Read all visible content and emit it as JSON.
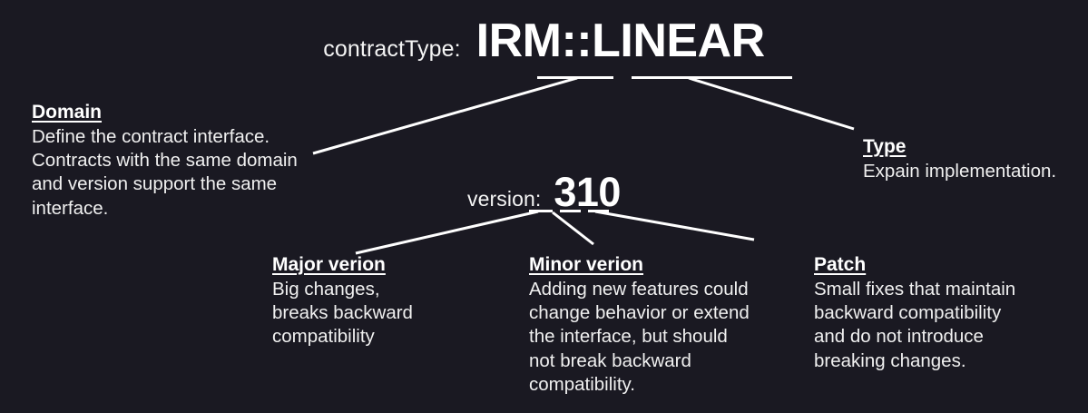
{
  "canvas": {
    "background_color": "#1a1922",
    "text_color": "#f2f2f2",
    "line_color": "#ffffff"
  },
  "header": {
    "label": "contractType:",
    "value": "IRM::LINEAR",
    "value_parts": [
      "IRM",
      "::",
      "LINEAR"
    ]
  },
  "version": {
    "label": "version:",
    "value": "310",
    "digits": [
      "3",
      "1",
      "0"
    ]
  },
  "annotations": {
    "domain": {
      "title": "Domain",
      "body": "Define the contract interface.\nContracts with the same domain\nand version support the same\ninterface."
    },
    "type": {
      "title": "Type",
      "body": "Expain implementation."
    },
    "major": {
      "title": "Major verion",
      "body": "Big changes,\nbreaks backward\ncompatibility"
    },
    "minor": {
      "title": "Minor verion",
      "body": "Adding new features could\nchange behavior or extend\nthe interface, but should\nnot break backward\ncompatibility."
    },
    "patch": {
      "title": "Patch",
      "body": "Small fixes that maintain\nbackward compatibility\nand do not introduce\nbreaking changes."
    }
  }
}
